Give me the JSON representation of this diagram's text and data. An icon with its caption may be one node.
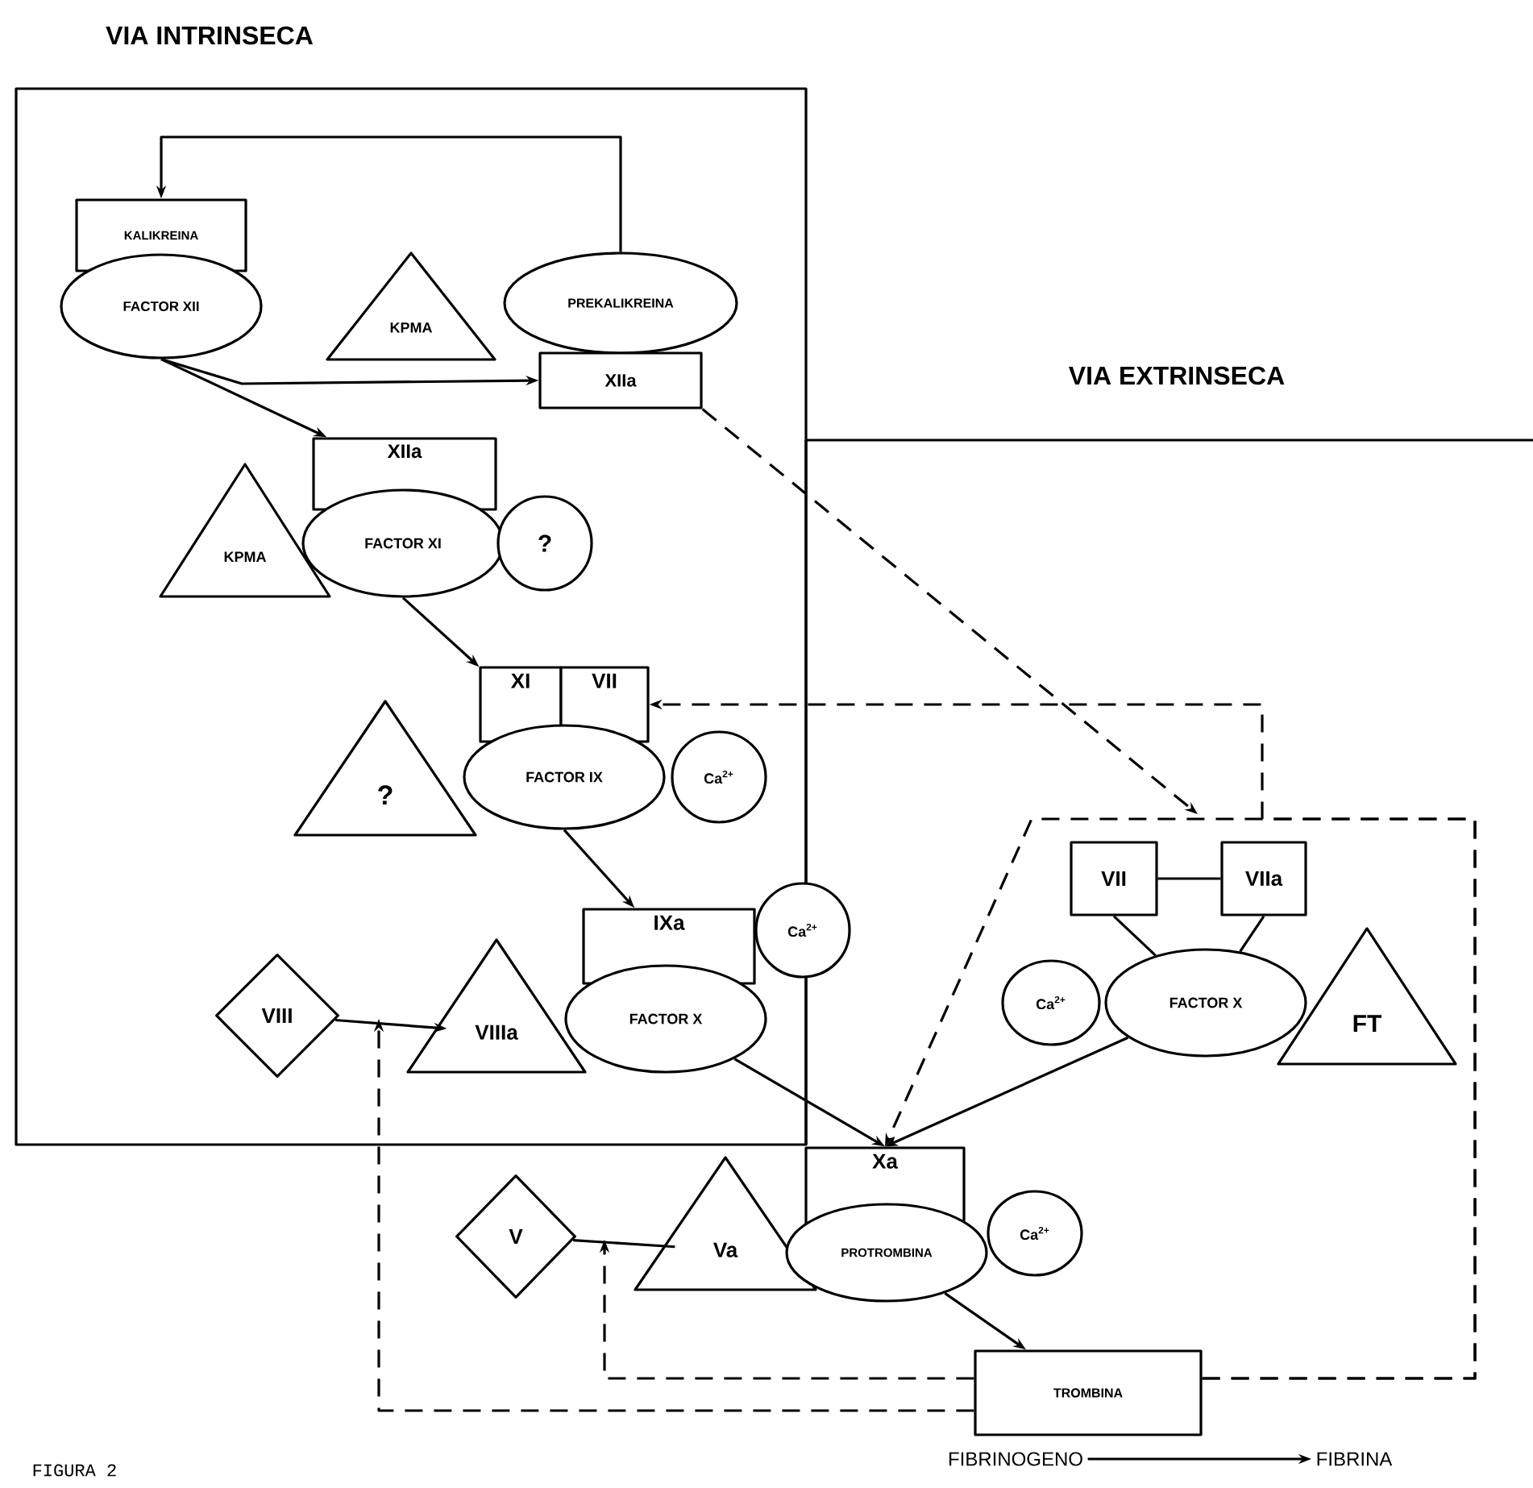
{
  "diagram": {
    "nodes": [
      {
        "text": [
          "VIA INTRINSECA"
        ]
      },
      {
        "text": [
          "VIA EXTRINSECA"
        ]
      },
      {
        "text": [
          "KALIKREINA"
        ],
        "in": 0
      },
      {
        "text": [
          "FACTOR XII"
        ],
        "in": 0
      },
      {
        "text": [
          "KPMA"
        ],
        "in": 0
      },
      {
        "text": [
          "PREKALIKREINA"
        ],
        "in": 0
      },
      {
        "text": [
          "XIIa"
        ],
        "in": 0
      },
      {
        "text": [
          "XIIa"
        ],
        "in": 0
      },
      {
        "text": [
          "KPMA"
        ],
        "in": 0
      },
      {
        "text": [
          "FACTOR XI"
        ],
        "in": 0
      },
      {
        "text": [
          "?"
        ],
        "in": 0
      },
      {
        "text": [
          "XI"
        ],
        "in": 0
      },
      {
        "text": [
          "VII"
        ],
        "in": 0
      },
      {
        "text": [
          "?"
        ],
        "in": 0
      },
      {
        "text": [
          "FACTOR IX"
        ],
        "in": 0
      },
      {
        "text": [
          "Ca$^{2+}$"
        ],
        "in": 0
      },
      {
        "text": [
          "IXa"
        ],
        "in": 0
      },
      {
        "text": [
          "VIII"
        ],
        "in": 0
      },
      {
        "text": [
          "VIIIa"
        ],
        "in": 0
      },
      {
        "text": [
          "FACTOR X"
        ],
        "in": 0
      },
      {
        "text": [
          "Ca$^{2+}$"
        ]
      },
      {
        "text": [
          "VII"
        ],
        "in": 1
      },
      {
        "text": [
          "VIIa"
        ],
        "in": 1
      },
      {
        "text": [
          "Ca$^{2+}$"
        ],
        "in": 1
      },
      {
        "text": [
          "FACTOR X"
        ],
        "in": 1
      },
      {
        "text": [
          "FT"
        ],
        "in": 1
      },
      {
        "text": [
          "Xa"
        ]
      },
      {
        "text": [
          "V"
        ]
      },
      {
        "text": [
          "Va"
        ]
      },
      {
        "text": [
          "PROTROMBINA"
        ]
      },
      {
        "text": [
          "Ca$^{2+}$"
        ]
      },
      {
        "text": [
          "TROMBINA"
        ]
      },
      {
        "text": [
          "FIBRINOGENO"
        ]
      },
      {
        "text": [
          "FIBRINA"
        ]
      }
    ],
    "edges": [
      {
        "from": 5,
        "to": 2,
        "arrow": "to"
      },
      {
        "from": 3,
        "to": 6,
        "arrow": "to"
      },
      {
        "from": 3,
        "to": 7,
        "arrow": "to"
      },
      {
        "from": 9,
        "to": 11,
        "arrow": "to"
      },
      {
        "from": 14,
        "to": 16,
        "arrow": "to"
      },
      {
        "from": 17,
        "to": 18,
        "arrow": "to"
      },
      {
        "from": 19,
        "to": 26,
        "arrow": "to"
      },
      {
        "from": 24,
        "to": 26,
        "arrow": "to"
      },
      {
        "from": 6,
        "to": null,
        "arrow": "to",
        "style": "dashed"
      },
      {
        "from": 31,
        "to": 12,
        "arrow": "to",
        "style": "dashed"
      },
      {
        "from": 31,
        "to": 26,
        "arrow": "to",
        "style": "dashed"
      },
      {
        "from": 31,
        "to": null,
        "arrow": "to",
        "style": "dashed"
      },
      {
        "from": 31,
        "to": null,
        "arrow": "to",
        "style": "dashed"
      },
      {
        "from": 21,
        "to": 22,
        "arrow": "none"
      },
      {
        "from": 21,
        "to": 24,
        "arrow": "none"
      },
      {
        "from": 22,
        "to": 24,
        "arrow": "none"
      },
      {
        "from": 27,
        "to": 28,
        "arrow": "none"
      },
      {
        "from": 29,
        "to": 31,
        "arrow": "to"
      },
      {
        "from": 32,
        "to": 33,
        "arrow": "to"
      }
    ],
    "labels": [
      "FIGURA 2"
    ]
  }
}
